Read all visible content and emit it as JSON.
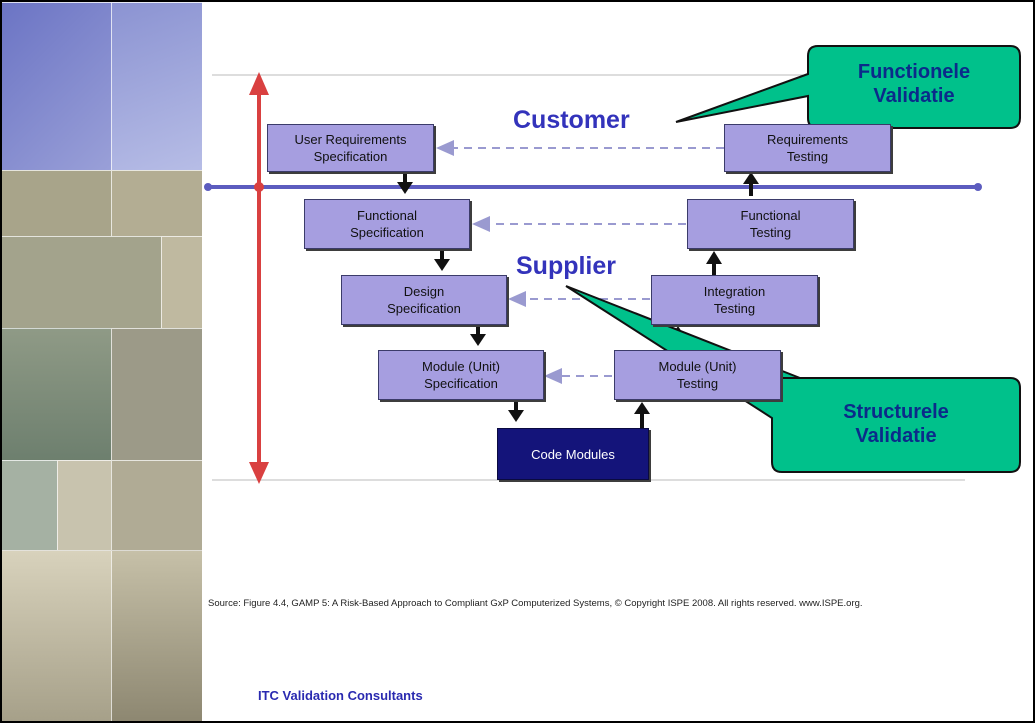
{
  "diagram": {
    "labels": {
      "customer": "Customer",
      "supplier": "Supplier"
    },
    "boxes": {
      "user_req": "User Requirements\nSpecification",
      "req_testing": "Requirements\nTesting",
      "func_spec": "Functional\nSpecification",
      "func_testing": "Functional\nTesting",
      "design_spec": "Design\nSpecification",
      "integ_testing": "Integration\nTesting",
      "module_spec": "Module (Unit)\nSpecification",
      "module_testing": "Module (Unit)\nTesting",
      "code_modules": "Code Modules"
    },
    "callouts": {
      "functionele": "Functionele\nValidatie",
      "structurele": "Structurele\nValidatie"
    },
    "colors": {
      "box_fill": "#a69ee0",
      "code_fill": "#14147a",
      "callout_fill": "#00c18b",
      "divider": "#5c5cbf",
      "red_arrow": "#d94040"
    }
  },
  "source": "Source: Figure 4.4, GAMP 5: A Risk-Based Approach to Compliant GxP Computerized Systems, © Copyright ISPE 2008. All rights reserved. www.ISPE.org.",
  "footer": "ITC Validation Consultants"
}
